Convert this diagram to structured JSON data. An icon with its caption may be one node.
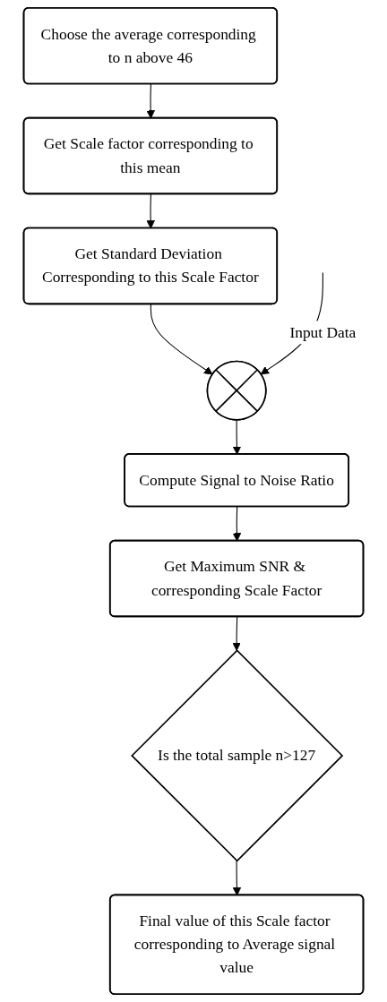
{
  "diagram": {
    "nodes": [
      {
        "text": [
          "Choose the average corresponding to n above 46"
        ]
      },
      {
        "text": [
          "Get Scale factor corresponding to this mean"
        ]
      },
      {
        "text": [
          "Get Standard Deviation Corresponding to this Scale Factor"
        ]
      },
      {
        "text": [],
        "shape": "circle"
      },
      {
        "text": [
          "Compute Signal to Noise Ratio"
        ]
      },
      {
        "text": [
          "Get Maximum SNR & corresponding Scale Factor"
        ]
      },
      {
        "text": [
          "Is the total sample n>127"
        ]
      },
      {
        "text": [
          "Final value of this Scale factor corresponding to Average signal value"
        ]
      }
    ],
    "edges": [
      {
        "from": 0,
        "to": 1,
        "arrow": "to"
      },
      {
        "from": 1,
        "to": 2,
        "arrow": "to"
      },
      {
        "from": 2,
        "to": 3,
        "arrow": "to"
      },
      {
        "from": null,
        "to": 3,
        "arrow": "to",
        "label": "Input Data"
      },
      {
        "from": 3,
        "to": 4,
        "arrow": "to"
      },
      {
        "from": 4,
        "to": 5,
        "arrow": "to"
      },
      {
        "from": 5,
        "to": 6,
        "arrow": "to"
      },
      {
        "from": 6,
        "to": 7,
        "arrow": "to"
      }
    ]
  }
}
